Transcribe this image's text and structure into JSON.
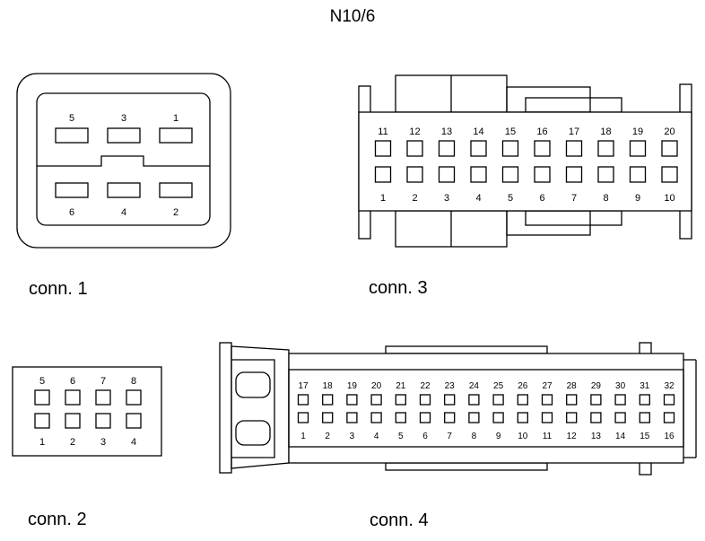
{
  "title": "N10/6",
  "connectors": {
    "conn1": {
      "label": "conn. 1",
      "top": [
        "5",
        "3",
        "1"
      ],
      "bottom": [
        "6",
        "4",
        "2"
      ]
    },
    "conn2": {
      "label": "conn. 2",
      "top": [
        "5",
        "6",
        "7",
        "8"
      ],
      "bottom": [
        "1",
        "2",
        "3",
        "4"
      ]
    },
    "conn3": {
      "label": "conn. 3",
      "top": [
        "11",
        "12",
        "13",
        "14",
        "15",
        "16",
        "17",
        "18",
        "19",
        "20"
      ],
      "bottom": [
        "1",
        "2",
        "3",
        "4",
        "5",
        "6",
        "7",
        "8",
        "9",
        "10"
      ]
    },
    "conn4": {
      "label": "conn. 4",
      "top": [
        "17",
        "18",
        "19",
        "20",
        "21",
        "22",
        "23",
        "24",
        "25",
        "26",
        "27",
        "28",
        "29",
        "30",
        "31",
        "32"
      ],
      "bottom": [
        "1",
        "2",
        "3",
        "4",
        "5",
        "6",
        "7",
        "8",
        "9",
        "10",
        "11",
        "12",
        "13",
        "14",
        "15",
        "16"
      ]
    }
  }
}
